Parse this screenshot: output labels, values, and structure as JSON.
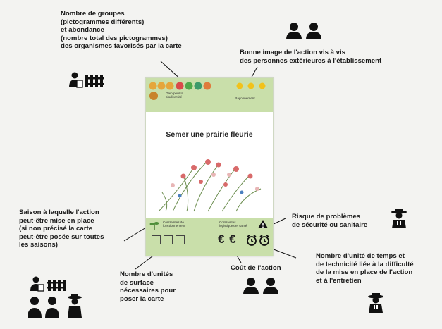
{
  "annotations": {
    "groupes": "Nombre de groupes\n(pictogrammes différents)\net abondance\n(nombre total des pictogrammes)\ndes organismes favorisés par la carte",
    "image": "Bonne image de l'action vis à vis\ndes personnes extérieures à l'établissement",
    "saison": "Saison à laquelle l'action\npeut-être mise en place\n(si non précisé la carte\npeut-être posée sur toutes\nles saisons)",
    "surface": "Nombre d'unités\nde surface\nnécessaires pour\nposer la carte",
    "cout": "Coût de l'action",
    "risque": "Risque de problèmes\nde sécurité ou sanitaire",
    "temps": "Nombre d'unité de temps et\nde technicité liée à la difficulté\nde la mise en place de l'action\net à l'entretien"
  },
  "card": {
    "title": "Semer une prairie fleurie",
    "top_left_small": "Gain pour la\nbiodiversité",
    "top_right_small": "Rayonnement",
    "bottom_left_small": "Contraintes de\nfonctionnement",
    "bottom_right_small": "Contraintes\nlogistiques et santé",
    "cost_symbol": "€ €"
  },
  "colors": {
    "card_band": "#c9dfaa",
    "sun": "#f2c21a",
    "background": "#f3f3f1"
  },
  "icons": [
    "person-document-icon",
    "fence-icon",
    "people-icon",
    "gardener-icon",
    "sun-icon",
    "warning-icon",
    "alarm-clock-icon",
    "plant-icon",
    "flower-illustration"
  ]
}
